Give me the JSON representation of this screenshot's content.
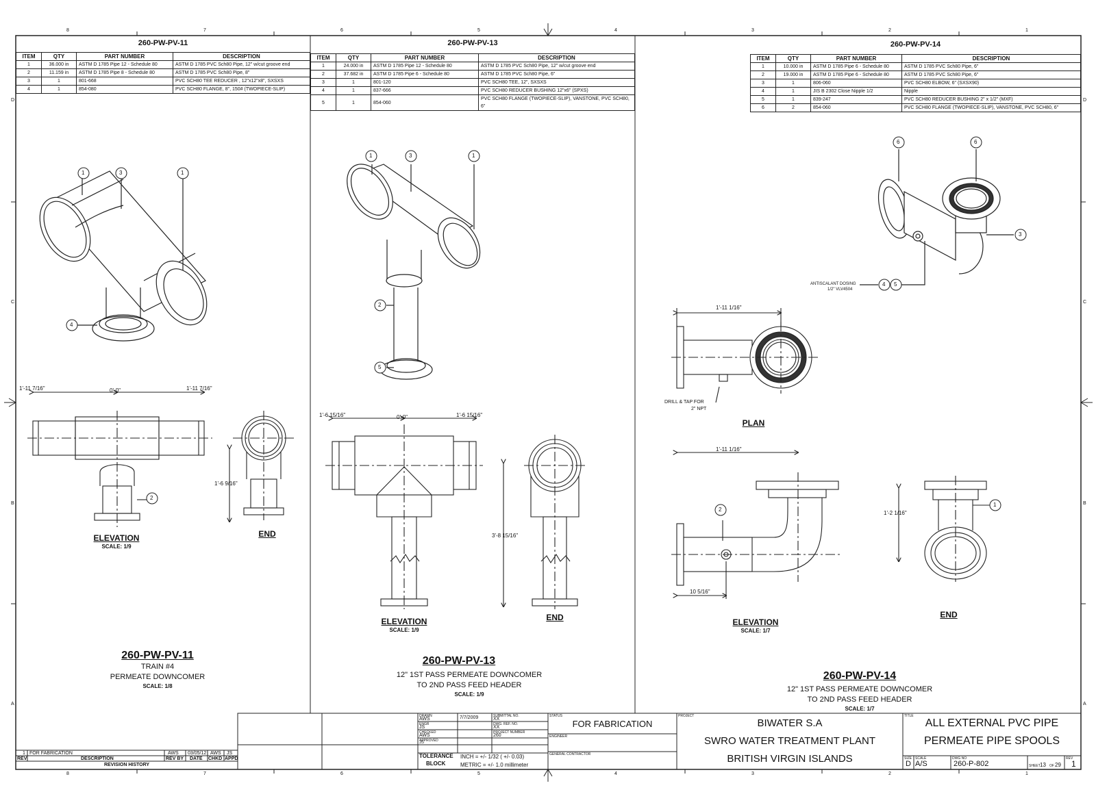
{
  "zones": {
    "top": [
      "8",
      "7",
      "6",
      "5",
      "4",
      "3",
      "2",
      "1"
    ],
    "bottom": [
      "8",
      "7",
      "6",
      "5",
      "4",
      "3",
      "2",
      "1"
    ],
    "left": [
      "D",
      "C",
      "B",
      "A"
    ],
    "right": [
      "D",
      "C",
      "B",
      "A"
    ]
  },
  "bom_headers": {
    "item": "ITEM",
    "qty": "QTY",
    "part": "PART NUMBER",
    "desc": "DESCRIPTION"
  },
  "spool11": {
    "bom_title": "260-PW-PV-11",
    "rows": [
      {
        "item": "1",
        "qty": "36.000 in",
        "part": "ASTM D 1785 Pipe 12 - Schedule 80",
        "desc": "ASTM D 1785 PVC Sch80 Pipe, 12\" w/cut groove end"
      },
      {
        "item": "2",
        "qty": "11.159 in",
        "part": "ASTM D 1785 Pipe 8 - Schedule 80",
        "desc": "ASTM D 1785 PVC Sch80 Pipe, 8\""
      },
      {
        "item": "3",
        "qty": "1",
        "part": "801-668",
        "desc": "PVC SCH80 TEE REDUCER , 12\"x12\"x8\", SXSXS"
      },
      {
        "item": "4",
        "qty": "1",
        "part": "854-080",
        "desc": "PVC SCH80 FLANGE, 8\", 150# (TWOPIECE-SLIP)"
      }
    ],
    "balloons_iso": [
      "1",
      "3",
      "1",
      "4"
    ],
    "elev_dims": {
      "left": "1'-11 7/16\"",
      "center": "0'-0\"",
      "right": "1'-11 7/16\"",
      "height": "1'-6 9/16\""
    },
    "elev_balloon": "2",
    "elevation_label": "ELEVATION",
    "elevation_scale": "SCALE: 1/9",
    "end_label": "END",
    "title": "260-PW-PV-11",
    "subtitle1": "TRAIN #4",
    "subtitle2": "PERMEATE DOWNCOMER",
    "scale": "SCALE: 1/8"
  },
  "spool13": {
    "bom_title": "260-PW-PV-13",
    "rows": [
      {
        "item": "1",
        "qty": "24.000 in",
        "part": "ASTM D 1785 Pipe 12 - Schedule 80",
        "desc": "ASTM D 1785 PVC Sch80 Pipe, 12\" w/cut groove end"
      },
      {
        "item": "2",
        "qty": "37.682 in",
        "part": "ASTM D 1785 Pipe 6 - Schedule 80",
        "desc": "ASTM D 1785 PVC Sch80 Pipe, 6\""
      },
      {
        "item": "3",
        "qty": "1",
        "part": "801-120",
        "desc": "PVC SCH80 TEE, 12\", SXSXS"
      },
      {
        "item": "4",
        "qty": "1",
        "part": "837-666",
        "desc": "PVC SCH80 REDUCER BUSHING 12\"x6\" (SPXS)"
      },
      {
        "item": "5",
        "qty": "1",
        "part": "854-060",
        "desc": "PVC SCH80 FLANGE (TWOPIECE-SLIP), VANSTONE, PVC SCH80, 6\""
      }
    ],
    "balloons_iso": [
      "1",
      "3",
      "1",
      "2",
      "5"
    ],
    "elev_dims": {
      "left": "1'-6 15/16\"",
      "center": "0'-0\"",
      "right": "1'-6 15/16\"",
      "height": "3'-8 15/16\""
    },
    "elevation_label": "ELEVATION",
    "elevation_scale": "SCALE: 1/9",
    "end_label": "END",
    "title": "260-PW-PV-13",
    "subtitle1": "12\" 1ST PASS PERMEATE DOWNCOMER",
    "subtitle2": "TO 2ND PASS FEED HEADER",
    "scale": "SCALE: 1/9"
  },
  "spool14": {
    "bom_title": "260-PW-PV-14",
    "rows": [
      {
        "item": "1",
        "qty": "10.000 in",
        "part": "ASTM D 1785 Pipe 6 - Schedule 80",
        "desc": "ASTM D 1785 PVC Sch80 Pipe, 6\""
      },
      {
        "item": "2",
        "qty": "19.000 in",
        "part": "ASTM D 1785 Pipe 6 - Schedule 80",
        "desc": "ASTM D 1785 PVC Sch80 Pipe, 6\""
      },
      {
        "item": "3",
        "qty": "1",
        "part": "806-060",
        "desc": "PVC SCH80 ELBOW, 6\" (SXSX90)"
      },
      {
        "item": "4",
        "qty": "1",
        "part": "JIS B 2302 Close Nipple 1/2",
        "desc": "Nipple"
      },
      {
        "item": "5",
        "qty": "1",
        "part": "839-247",
        "desc": "PVC SCH80 REDUCER BUSHING 2\" x 1/2\" (MXF)"
      },
      {
        "item": "6",
        "qty": "2",
        "part": "854-060",
        "desc": "PVC SCH80 FLANGE (TWOPIECE-SLIP), VANSTONE, PVC SCH80, 6\""
      }
    ],
    "balloons_iso": [
      "6",
      "6",
      "3",
      "4",
      "5"
    ],
    "antiscalant_1": "ANTISCALANT DOSING",
    "antiscalant_2": "1/2\" VLV4504",
    "plan_dim": "1'-11 1/16\"",
    "drill_1": "DRILL & TAP FOR",
    "drill_2": "2\" NPT",
    "plan_label": "PLAN",
    "elev_dim_top": "1'-11 1/16\"",
    "elev_dim_bottom": "10 5/16\"",
    "elev_balloon": "2",
    "end_dim": "1'-2 1/16\"",
    "end_balloon": "1",
    "elevation_label": "ELEVATION",
    "elevation_scale": "SCALE: 1/7",
    "end_label": "END",
    "title": "260-PW-PV-14",
    "subtitle1": "12\" 1ST PASS PERMEATE DOWNCOMER",
    "subtitle2": "TO 2ND PASS FEED HEADER",
    "scale": "SCALE: 1/7"
  },
  "revision": {
    "row_rev": "1",
    "row_desc": "FOR FABRICATION",
    "row_by": "AWS",
    "row_date": "03/05/12",
    "row_chkd": "AWS",
    "row_appd": "JS",
    "h_rev": "REV",
    "h_desc": "DESCRIPTION",
    "h_revby": "REV BY",
    "h_date": "DATE",
    "h_chkd": "CHKD",
    "h_appd": "APPD",
    "label": "REVISION HISTORY"
  },
  "titleblock": {
    "drawn_label": "DRAWN",
    "drawn_value": "AWS",
    "date_value": "7/7/2009",
    "engr_label": "ENGR",
    "engr_value": "JS",
    "checked_label": "CHECKED",
    "checked_value": "AWS",
    "approved_label": "APPROVED",
    "approved_value": "JS",
    "submittal_label": "SUBMITTAL NO.",
    "submittal_value": "XX",
    "drawing_ref_label": "DWG. REF. NO.",
    "drawing_ref_value": "XX",
    "project_number_label": "PROJECT NUMBER",
    "project_number_value": "260",
    "tolerance_1": "TOLERANCE",
    "tolerance_2": "BLOCK",
    "inch_tol": "INCH = +/- 1/32 ( +/- 0.03)",
    "metric_tol": "METRIC = +/- 1.0 millimeter",
    "status_label": "STATUS",
    "status_value": "FOR FABRICATION",
    "engineer_label": "ENGINEER",
    "gc_label": "GENERAL CONTRACTOR",
    "project_label": "PROJECT",
    "project_1": "BIWATER S.A",
    "project_2": "SWRO WATER TREATMENT PLANT",
    "project_3": "BRITISH VIRGIN ISLANDS",
    "title_label": "TITLE",
    "title_1": "ALL EXTERNAL PVC PIPE",
    "title_2": "PERMEATE PIPE SPOOLS",
    "size_label": "SIZE",
    "size_value": "D",
    "scale_label": "SCALE",
    "scale_value": "A/S",
    "dwg_label": "DWG NO",
    "dwg_value": "260-P-802",
    "sheet_label": "SHEET",
    "sheet_value": "13",
    "of_label": "OF",
    "of_value": "29",
    "rev_label": "REV",
    "rev_value": "1"
  }
}
